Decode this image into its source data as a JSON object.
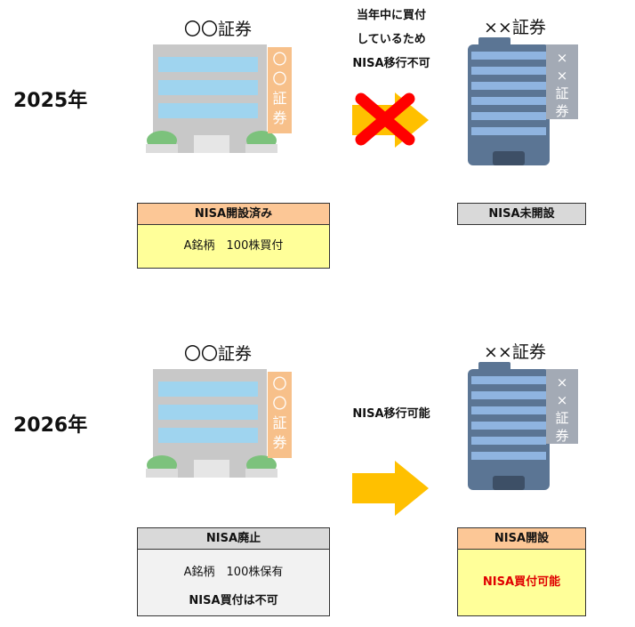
{
  "rows": [
    {
      "year": "2025年",
      "left_firm": "〇〇証券",
      "left_sign": [
        "〇",
        "〇",
        "証",
        "券"
      ],
      "right_firm": "××証券",
      "right_sign": [
        "×",
        "×",
        "証",
        "券"
      ],
      "arrow_note": [
        "当年中に買付",
        "しているため",
        "NISA移行不可"
      ],
      "arrow_state": "blocked",
      "left_box": {
        "header": "NISA開設済み",
        "lines": [
          "A銘柄　100株買付"
        ]
      },
      "right_box": {
        "header": "NISA未開設",
        "lines": []
      }
    },
    {
      "year": "2026年",
      "left_firm": "〇〇証券",
      "left_sign": [
        "〇",
        "〇",
        "証",
        "券"
      ],
      "right_firm": "××証券",
      "right_sign": [
        "×",
        "×",
        "証",
        "券"
      ],
      "arrow_note": [
        "NISA移行可能"
      ],
      "arrow_state": "allowed",
      "left_box": {
        "header": "NISA廃止",
        "lines": [
          "A銘柄　100株保有",
          "NISA買付は不可"
        ]
      },
      "right_box": {
        "header": "NISA開設",
        "lines": [
          "NISA買付可能"
        ]
      }
    }
  ],
  "colors": {
    "header_orange": "#fcc796",
    "body_yellow": "#ffff99",
    "header_gray": "#d9d9d9",
    "body_gray": "#f2f2f2",
    "arrow_yellow": "#ffc000",
    "cross_red": "#ff0000",
    "accent_red": "#e00000"
  }
}
